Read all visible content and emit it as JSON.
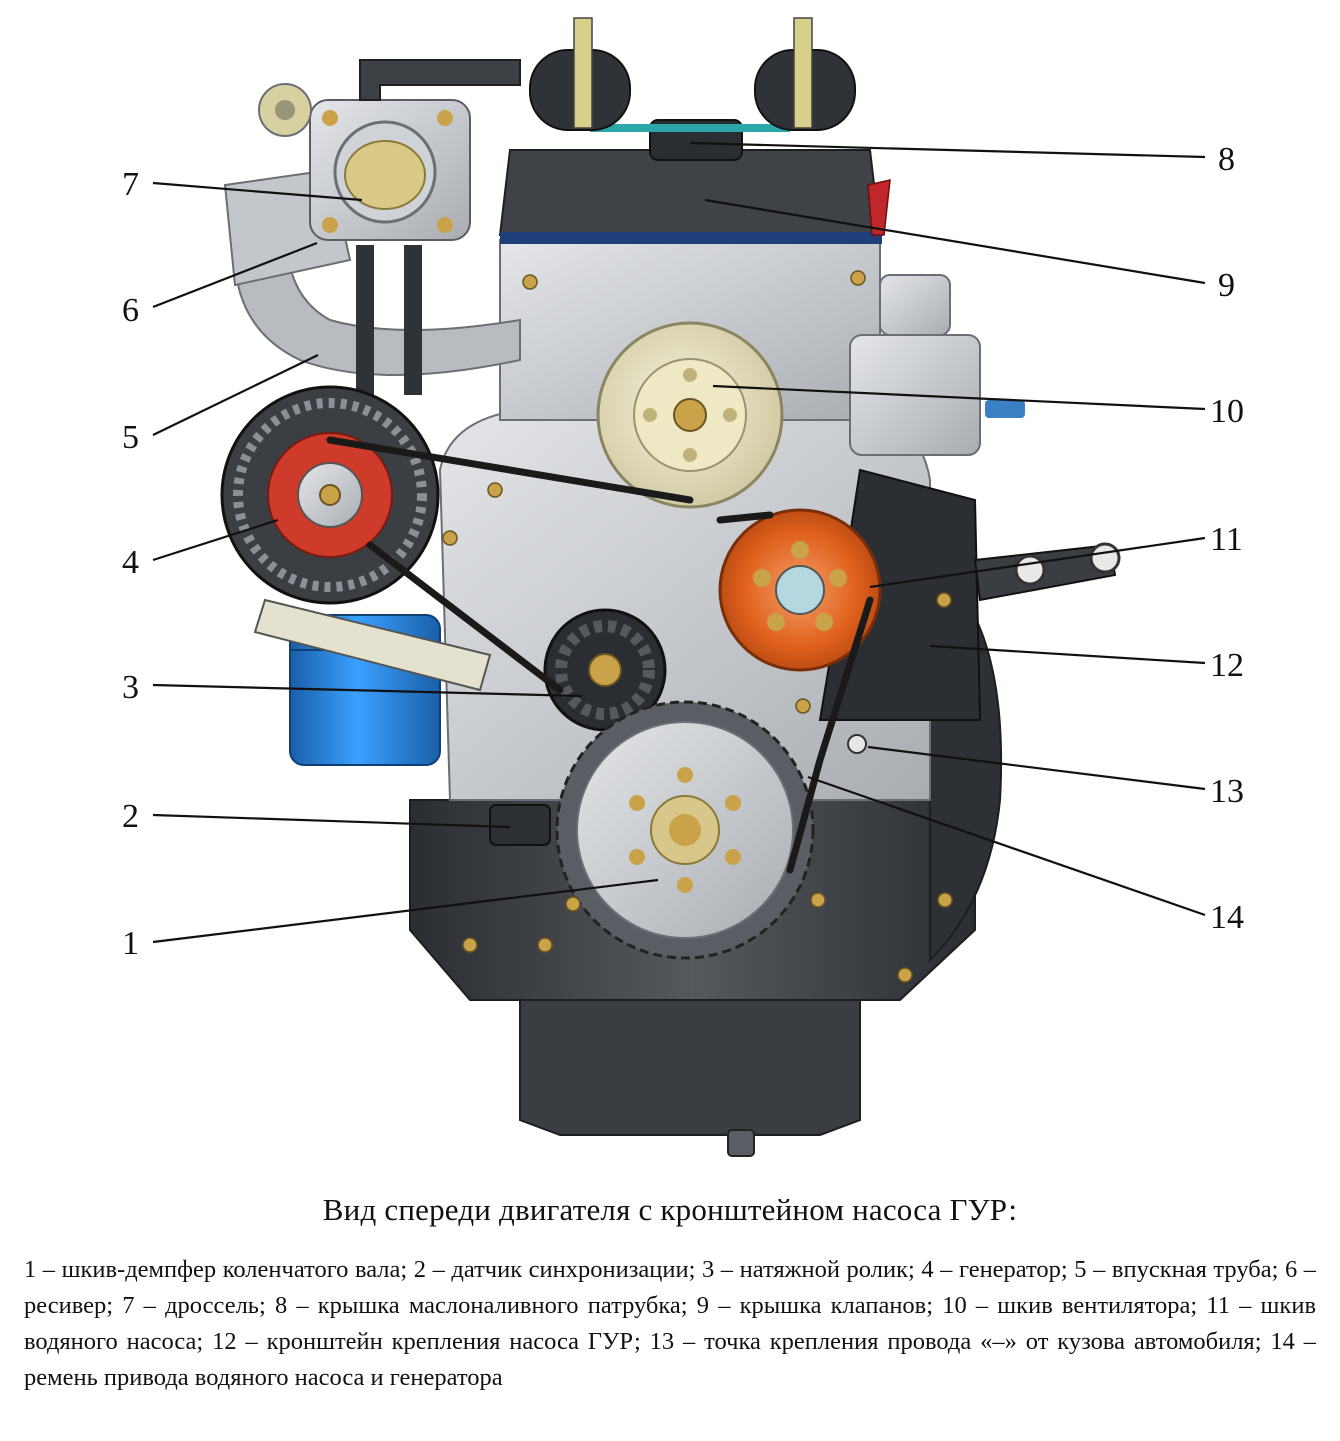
{
  "callouts": [
    {
      "num": "1",
      "part": "шкив-демпфер коленчатого вала"
    },
    {
      "num": "2",
      "part": "датчик синхронизации"
    },
    {
      "num": "3",
      "part": "натяжной ролик"
    },
    {
      "num": "4",
      "part": "генератор"
    },
    {
      "num": "5",
      "part": "впускная труба"
    },
    {
      "num": "6",
      "part": "ресивер"
    },
    {
      "num": "7",
      "part": "дроссель"
    },
    {
      "num": "8",
      "part": "крышка маслоналивного патрубка"
    },
    {
      "num": "9",
      "part": "крышка клапанов"
    },
    {
      "num": "10",
      "part": "шкив вентилятора"
    },
    {
      "num": "11",
      "part": "шкив водяного насоса"
    },
    {
      "num": "12",
      "part": "кронштейн крепления насоса ГУР"
    },
    {
      "num": "13",
      "part": "точка крепления провода «–» от кузова автомобиля"
    },
    {
      "num": "14",
      "part": "ремень привода водяного насоса и генератора"
    }
  ],
  "caption": {
    "title": "Вид спереди двигателя с кронштейном насоса ГУР:",
    "legend": [
      "1 – шкив-демпфер коленчатого вала;",
      "2 – датчик синхронизации;",
      "3 – натяжной ролик;",
      "4 – генератор;",
      "5 – впускная труба;",
      "6 – ресивер;",
      "7 – дроссель;",
      "8 – крышка маслоналивного патрубка;",
      "9 – крышка клапанов;",
      "10 – шкив вентилятора;",
      "11 – шкив водяного насоса;",
      "12 – кронштейн крепления насоса ГУР;",
      "13 – точка крепления провода «–» от кузова автомобиля;",
      "14 – ремень привода водяного насоса и генератора"
    ]
  },
  "colors": {
    "block": "#3e4348",
    "block_dark": "#24272b",
    "aluminium": "#c9ccd0",
    "pulley_cream": "#ece7c8",
    "water_pump_orange": "#e0601c",
    "filter_blue": "#2a86d8",
    "belt": "#1a1a1a",
    "alternator_red": "#cf3b2a",
    "brass": "#c9a24a",
    "gasket_blue": "#1f3f7a"
  }
}
